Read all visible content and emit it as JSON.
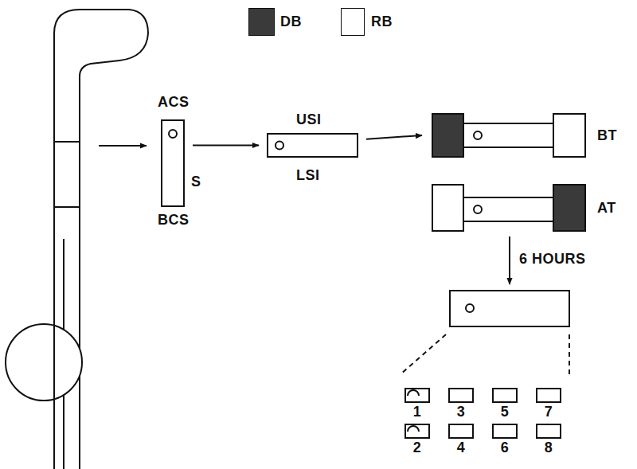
{
  "diagram": {
    "nodes": [
      {
        "text": [
          "ACS",
          "S",
          "BCS"
        ]
      },
      {
        "text": [
          "USI",
          "LSI"
        ]
      },
      {
        "text": [
          "BT"
        ]
      },
      {
        "text": [
          "AT"
        ]
      },
      {
        "text": [
          "1"
        ]
      },
      {
        "text": [
          "3"
        ]
      },
      {
        "text": [
          "5"
        ]
      },
      {
        "text": [
          "7"
        ]
      },
      {
        "text": [
          "2"
        ]
      },
      {
        "text": [
          "4"
        ]
      },
      {
        "text": [
          "6"
        ]
      },
      {
        "text": [
          "8"
        ]
      }
    ],
    "edges": [
      {
        "from": 0,
        "to": 1,
        "arrow": "to"
      },
      {
        "from": 1,
        "to": 2,
        "arrow": "to"
      }
    ],
    "labels": [
      "6 HOURS"
    ],
    "legend": [
      {
        "text": "DB",
        "color": "#3a3a3a"
      },
      {
        "text": "RB",
        "color": "#ffffff"
      }
    ]
  }
}
